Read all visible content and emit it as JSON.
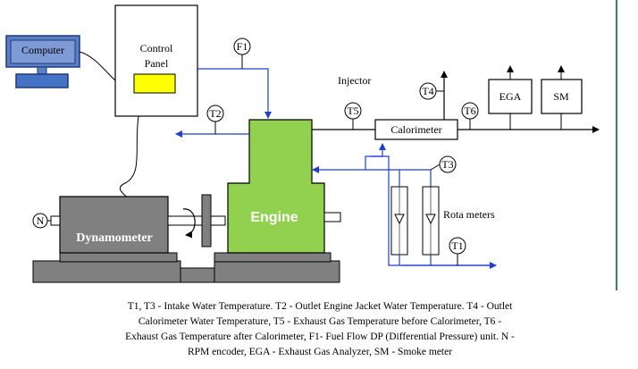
{
  "labels": {
    "computer": "Computer",
    "control_panel_line1": "Control",
    "control_panel_line2": "Panel",
    "engine": "Engine",
    "dynamometer": "Dynamometer",
    "injector": "Injector",
    "calorimeter": "Calorimeter",
    "ega": "EGA",
    "sm": "SM",
    "rota_meters": "Rota meters",
    "sensors": {
      "f1": "F1",
      "t2": "T2",
      "t5": "T5",
      "t4": "T4",
      "t6": "T6",
      "t3": "T3",
      "t1": "T1",
      "n": "N"
    }
  },
  "caption_lines": [
    "T1, T3 - Intake Water Temperature. T2 - Outlet Engine Jacket Water Temperature. T4 - Outlet",
    "Calorimeter Water Temperature, T5 - Exhaust Gas Temperature before Calorimeter, T6 -",
    "Exhaust Gas Temperature after Calorimeter, F1- Fuel Flow DP (Differential Pressure) unit. N -",
    "RPM encoder, EGA - Exhaust Gas Analyzer, SM - Smoke meter"
  ],
  "colors": {
    "engine_green": "#92d050",
    "dyno_gray": "#808080",
    "base_gray": "#808080",
    "computer_blue": "#4472c4",
    "screen_blue": "#5b7fc4",
    "panel_yellow": "#ffff00",
    "flow_blue": "#1f3fd0",
    "frame_green": "#2e8b57"
  }
}
